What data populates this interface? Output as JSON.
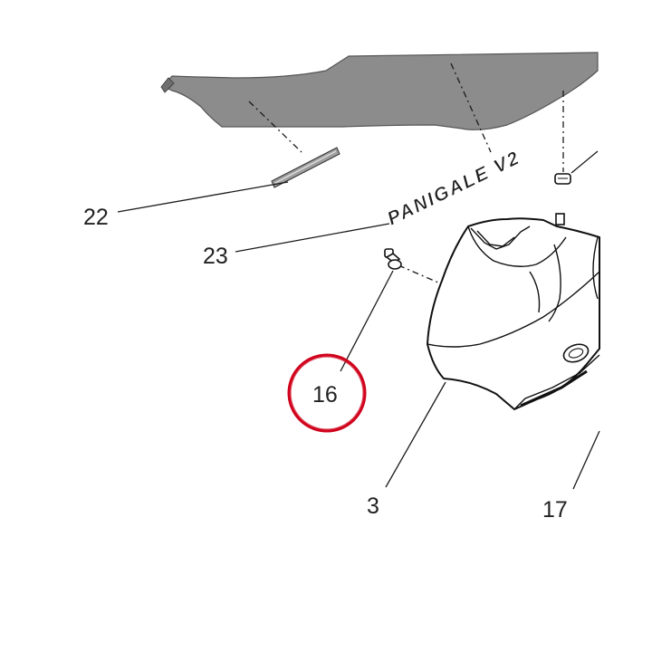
{
  "callouts": [
    {
      "id": "22",
      "label": "22"
    },
    {
      "id": "23",
      "label": "23"
    },
    {
      "id": "16",
      "label": "16"
    },
    {
      "id": "3",
      "label": "3"
    },
    {
      "id": "17",
      "label": "17"
    }
  ],
  "decal_text": "PANIGALE V2",
  "colors": {
    "highlight_circle": "#d0021b",
    "seat_panel": "#8c8c8c",
    "line": "#111111",
    "background": "#ffffff"
  }
}
